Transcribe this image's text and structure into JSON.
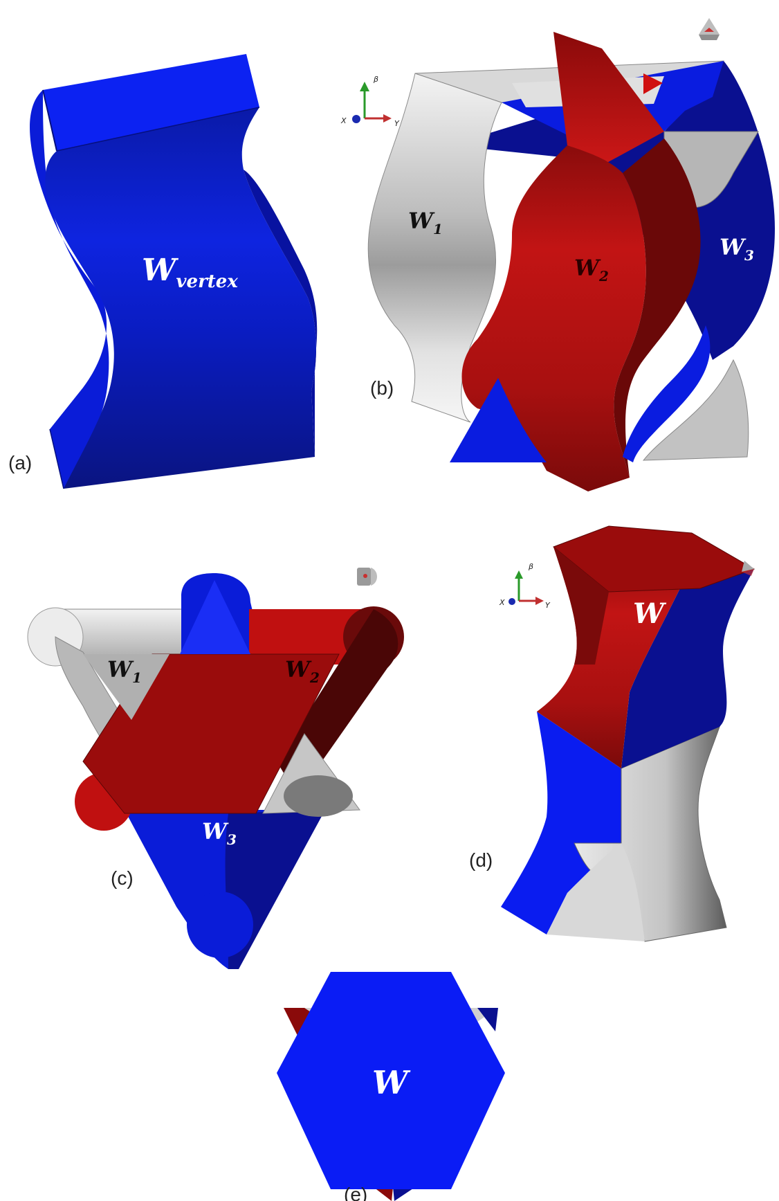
{
  "panels": {
    "a": {
      "label": "(a)",
      "main": "W",
      "sub": "vertex"
    },
    "b": {
      "label": "(b)",
      "w1": "W",
      "w1_sub": "1",
      "w2": "W",
      "w2_sub": "2",
      "w3": "W",
      "w3_sub": "3",
      "axes": {
        "up": "β",
        "left": "X",
        "right": "Y"
      }
    },
    "c": {
      "label": "(c)",
      "w1": "W",
      "w1_sub": "1",
      "w2": "W",
      "w2_sub": "2",
      "w3": "W",
      "w3_sub": "3"
    },
    "d": {
      "label": "(d)",
      "main": "W",
      "axes": {
        "up": "β",
        "left": "X",
        "right": "Y"
      }
    },
    "e": {
      "label": "(e)",
      "main": "W"
    }
  },
  "colors": {
    "blue": "#0a1cf0",
    "dark_blue": "#0a1090",
    "red": "#c01010",
    "dark_red": "#6a0a0a",
    "light_gray": "#e6e6e6",
    "gray": "#9a9a9a",
    "dark_gray": "#5a5a5a"
  }
}
